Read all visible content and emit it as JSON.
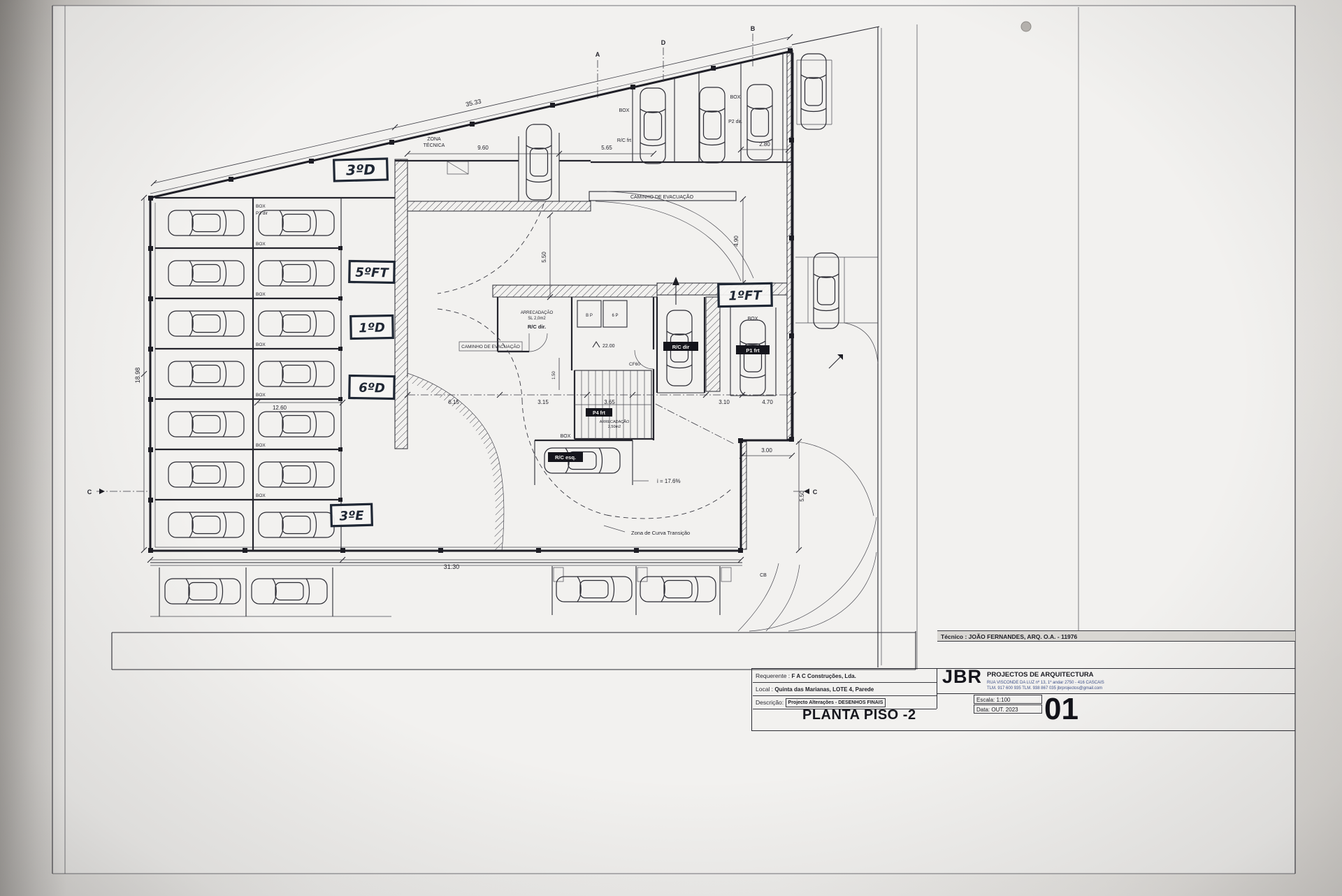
{
  "titleblock": {
    "tecnico": "Técnico : JOÃO FERNANDES, ARQ.   O.A. - 11976",
    "requerente_label": "Requerente :",
    "requerente_value": "F A C Construções, Lda.",
    "local_label": "Local :",
    "local_value": "Quinta das Marianas, LOTE 4, Parede",
    "descricao_label": "Descrição:",
    "descricao_value": "Projecto Alterações - DESENHOS FINAIS",
    "plan_title": "PLANTA PISO -2",
    "logo": "JBR",
    "logo_sub": "PROJECTOS DE ARQUITECTURA",
    "address1": "RUA VISCONDE DA LUZ nº 13, 1º andar   2750 - 416   CASCAIS",
    "address2": "TLM. 917 600 935    TLM. 938 867 035    jbrprojectos@gmail.com",
    "escala": "Escala:  1:100",
    "data": "Data: OUT. 2023",
    "sheet": "01"
  },
  "handwritten": {
    "f3d": "3ºD",
    "f5ft": "5ºFT",
    "f1d": "1ºD",
    "f6d": "6ºD",
    "f3e": "3ºE",
    "f1ft": "1ºFT"
  },
  "labels": {
    "zona1": "ZONA",
    "zona2": "TÉCNICA",
    "caminho": "CAMINHO  DE  EVACUAÇÃO",
    "box": "BOX",
    "p3dir": "P3 dir",
    "p2dir": "P2 dir.",
    "rcfrt": "R/C frt",
    "rcdir_room": "R/C dir.",
    "rcdir": "R/C dir",
    "rcesq": "R/C esq.",
    "p1frt": "P1 frt",
    "p4frt": "P4 frt",
    "arrec": "ARRECADAÇÃO",
    "arrec1_area": "SL 2,0m2",
    "arrec2_area": "2,50m2",
    "bp": "B P",
    "sp": "6 P",
    "cf60": "CF60",
    "nivel": "22.00",
    "slope": "i = 17.6%",
    "curva": "Zona de Curva Transição"
  },
  "dims": {
    "a3533": "35.33",
    "a960": "9.60",
    "a565": "5.65",
    "a280": "2.80",
    "a490": "4.90",
    "a1898": "18.98",
    "a1260": "12.60",
    "a3130": "31.30",
    "a615": "6.15",
    "a315": "3.15",
    "a365": "3.65",
    "a310": "3.10",
    "a470": "4.70",
    "a300": "3.00",
    "a550": "5.50",
    "a150": "1.50"
  },
  "grid": {
    "a": "A",
    "d": "D",
    "b": "B",
    "c": "C",
    "cb": "CB"
  }
}
